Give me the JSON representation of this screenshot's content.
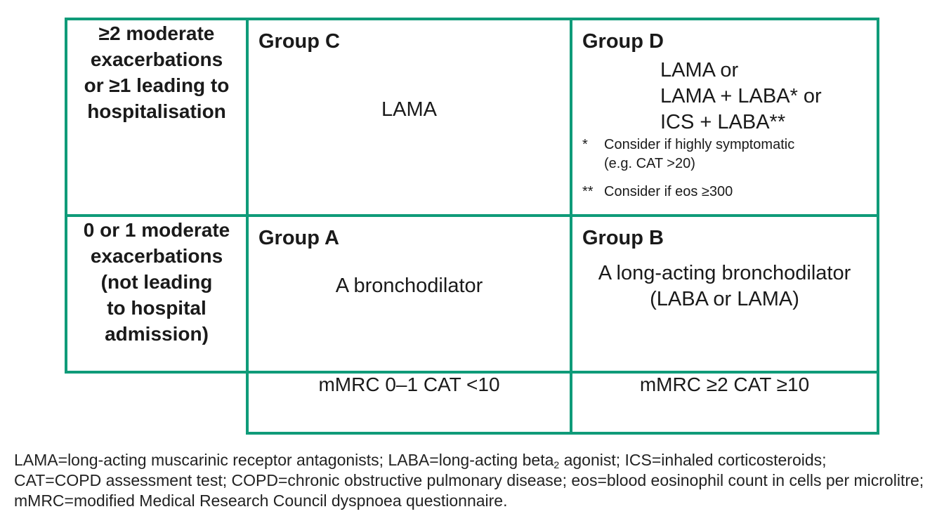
{
  "colors": {
    "grid_border": "#0f9b79",
    "text": "#1a1a1a"
  },
  "matrix": {
    "high_risk_row": {
      "label_lines": [
        "≥2 moderate",
        "exacerbations",
        "or ≥1 leading to",
        "hospitalisation"
      ],
      "group_c": {
        "title": "Group C",
        "treatment": "LAMA"
      },
      "group_d": {
        "title": "Group D",
        "treatment_lines": [
          "LAMA or",
          "LAMA + LABA* or",
          "ICS + LABA**"
        ],
        "footnotes": [
          {
            "marker": "*",
            "lines": [
              "Consider if highly symptomatic",
              "(e.g. CAT >20)"
            ]
          },
          {
            "marker": "**",
            "lines": [
              "Consider if eos ≥300"
            ]
          }
        ]
      }
    },
    "low_risk_row": {
      "label_lines": [
        "0 or 1 moderate",
        "exacerbations",
        "(not leading",
        "to hospital",
        "admission)"
      ],
      "group_a": {
        "title": "Group A",
        "treatment": "A bronchodilator"
      },
      "group_b": {
        "title": "Group B",
        "treatment_lines": [
          "A long-acting bronchodilator",
          "(LABA or LAMA)"
        ]
      }
    },
    "footer_row": {
      "low_symptoms": "mMRC 0–1 CAT <10",
      "high_symptoms": "mMRC ≥2 CAT ≥10"
    }
  },
  "caption": {
    "line1_pre": "LAMA=long-acting muscarinic receptor antagonists; LABA=long-acting beta",
    "line1_sub": "2",
    "line1_post": " agonist; ICS=inhaled corticosteroids;",
    "line2": "CAT=COPD assessment test; COPD=chronic obstructive pulmonary disease; eos=blood eosinophil count in cells per microlitre;",
    "line3": "mMRC=modified Medical Research Council dyspnoea questionnaire."
  }
}
